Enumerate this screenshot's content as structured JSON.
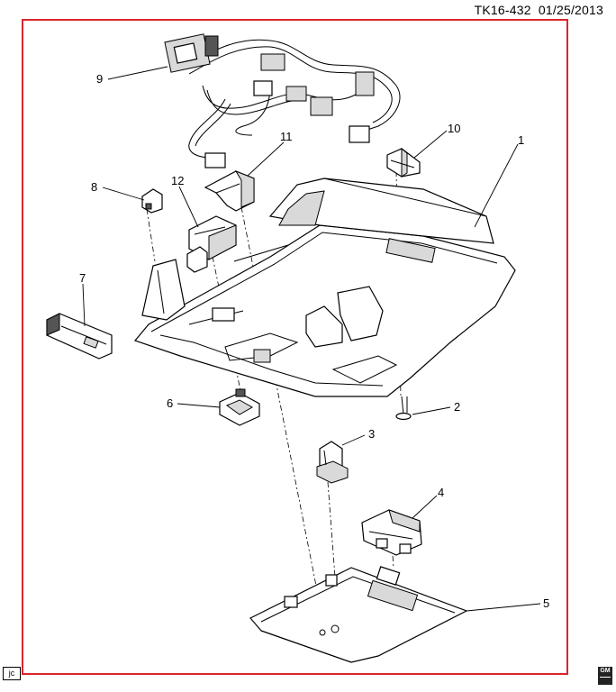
{
  "header": {
    "figure_id": "TK16-432",
    "date": "01/25/2013"
  },
  "footer": {
    "initials": "jc",
    "logo_text": "GM"
  },
  "callouts": [
    {
      "id": "c1",
      "label": "1"
    },
    {
      "id": "c2",
      "label": "2"
    },
    {
      "id": "c3",
      "label": "3"
    },
    {
      "id": "c4",
      "label": "4"
    },
    {
      "id": "c5",
      "label": "5"
    },
    {
      "id": "c6",
      "label": "6"
    },
    {
      "id": "c7",
      "label": "7"
    },
    {
      "id": "c8",
      "label": "8"
    },
    {
      "id": "c9",
      "label": "9"
    },
    {
      "id": "c10",
      "label": "10"
    },
    {
      "id": "c11",
      "label": "11"
    },
    {
      "id": "c12",
      "label": "12"
    }
  ],
  "colors": {
    "frame": "#d9262c",
    "line": "#000000",
    "shade": "#d9d9d9"
  }
}
